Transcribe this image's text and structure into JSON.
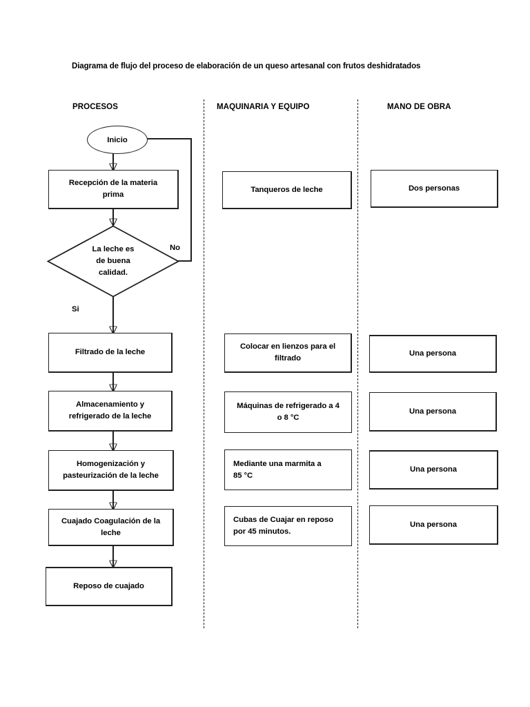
{
  "document": {
    "title": "Diagrama de flujo del proceso de elaboración de un queso artesanal con frutos deshidratados"
  },
  "columns": [
    {
      "id": "procesos",
      "header": "PROCESOS"
    },
    {
      "id": "maquinaria",
      "header": "MAQUINARIA Y EQUIPO"
    },
    {
      "id": "mano_de_obra",
      "header": "MANO DE OBRA"
    }
  ],
  "flow": {
    "start": {
      "label": "Inicio",
      "shape": "oval"
    },
    "decision": {
      "label": "La leche es de buena calidad.",
      "line1": "La leche es",
      "line2": "de buena",
      "line3": "calidad.",
      "yes_label": "Si",
      "no_label": "No"
    },
    "steps": [
      {
        "line1": "Recepción de la materia",
        "line2": "prima"
      },
      {
        "line1": "Filtrado de la leche",
        "line2": ""
      },
      {
        "line1": "Almacenamiento y",
        "line2": "refrigerado de la leche"
      },
      {
        "line1": "Homogenización y",
        "line2": "pasteurización de la leche"
      },
      {
        "line1": "Cuajado Coagulación de la",
        "line2": "leche"
      },
      {
        "line1": "Reposo de cuajado",
        "line2": ""
      }
    ]
  },
  "maquinaria": [
    {
      "line1": "Tanqueros de leche",
      "line2": "",
      "align": "center"
    },
    {
      "line1": "Colocar en lienzos para el",
      "line2": "filtrado",
      "align": "center"
    },
    {
      "line1": "Máquinas de refrigerado a 4",
      "line2": "o 8 °C",
      "align": "center"
    },
    {
      "line1": "Mediante una marmita a",
      "line2": "85 °C",
      "align": "left"
    },
    {
      "line1": "Cubas de Cuajar en reposo",
      "line2": "por 45 minutos.",
      "align": "left"
    }
  ],
  "mano_de_obra": [
    {
      "label": "Dos personas"
    },
    {
      "label": "Una persona"
    },
    {
      "label": "Una persona"
    },
    {
      "label": "Una persona"
    },
    {
      "label": "Una persona"
    }
  ],
  "colors": {
    "stroke": "#231f20",
    "background": "#ffffff",
    "text": "#000000"
  }
}
